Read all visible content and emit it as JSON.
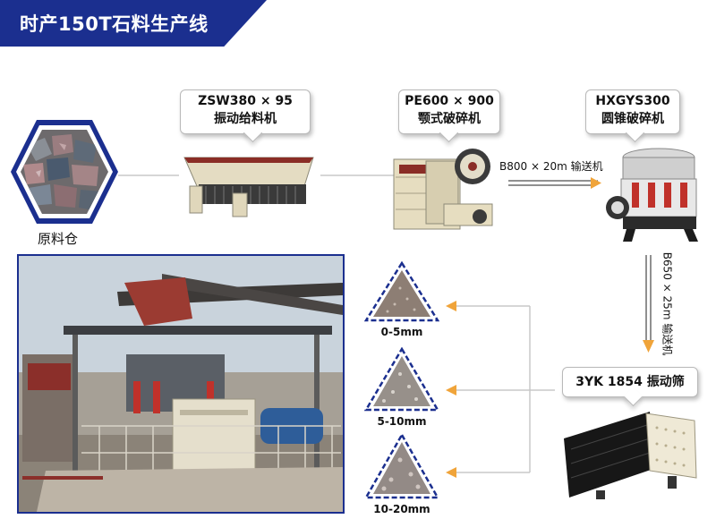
{
  "title": "时产150T石料生产线",
  "raw_bin": {
    "label": "原料仓"
  },
  "feeder": {
    "model": "ZSW380 × 95",
    "name": "振动给料机"
  },
  "jaw_crusher": {
    "model": "PE600 × 900",
    "name": "颚式破碎机"
  },
  "conveyor_1": {
    "label": "B800 × 20m  输送机"
  },
  "cone_crusher": {
    "model": "HXGYS300",
    "name": "圆锥破碎机"
  },
  "conveyor_2": {
    "label": "B650 × 25m  输送机"
  },
  "screen": {
    "label": "3YK 1854  振动筛"
  },
  "products": [
    {
      "label": "0-5mm"
    },
    {
      "label": "5-10mm"
    },
    {
      "label": "10-20mm"
    }
  ],
  "colors": {
    "banner": "#1b2f8f",
    "flow_arrow": "#f0a43a",
    "photo_frame": "#1b2f8f",
    "triangle_border": "#1b2f8f"
  }
}
